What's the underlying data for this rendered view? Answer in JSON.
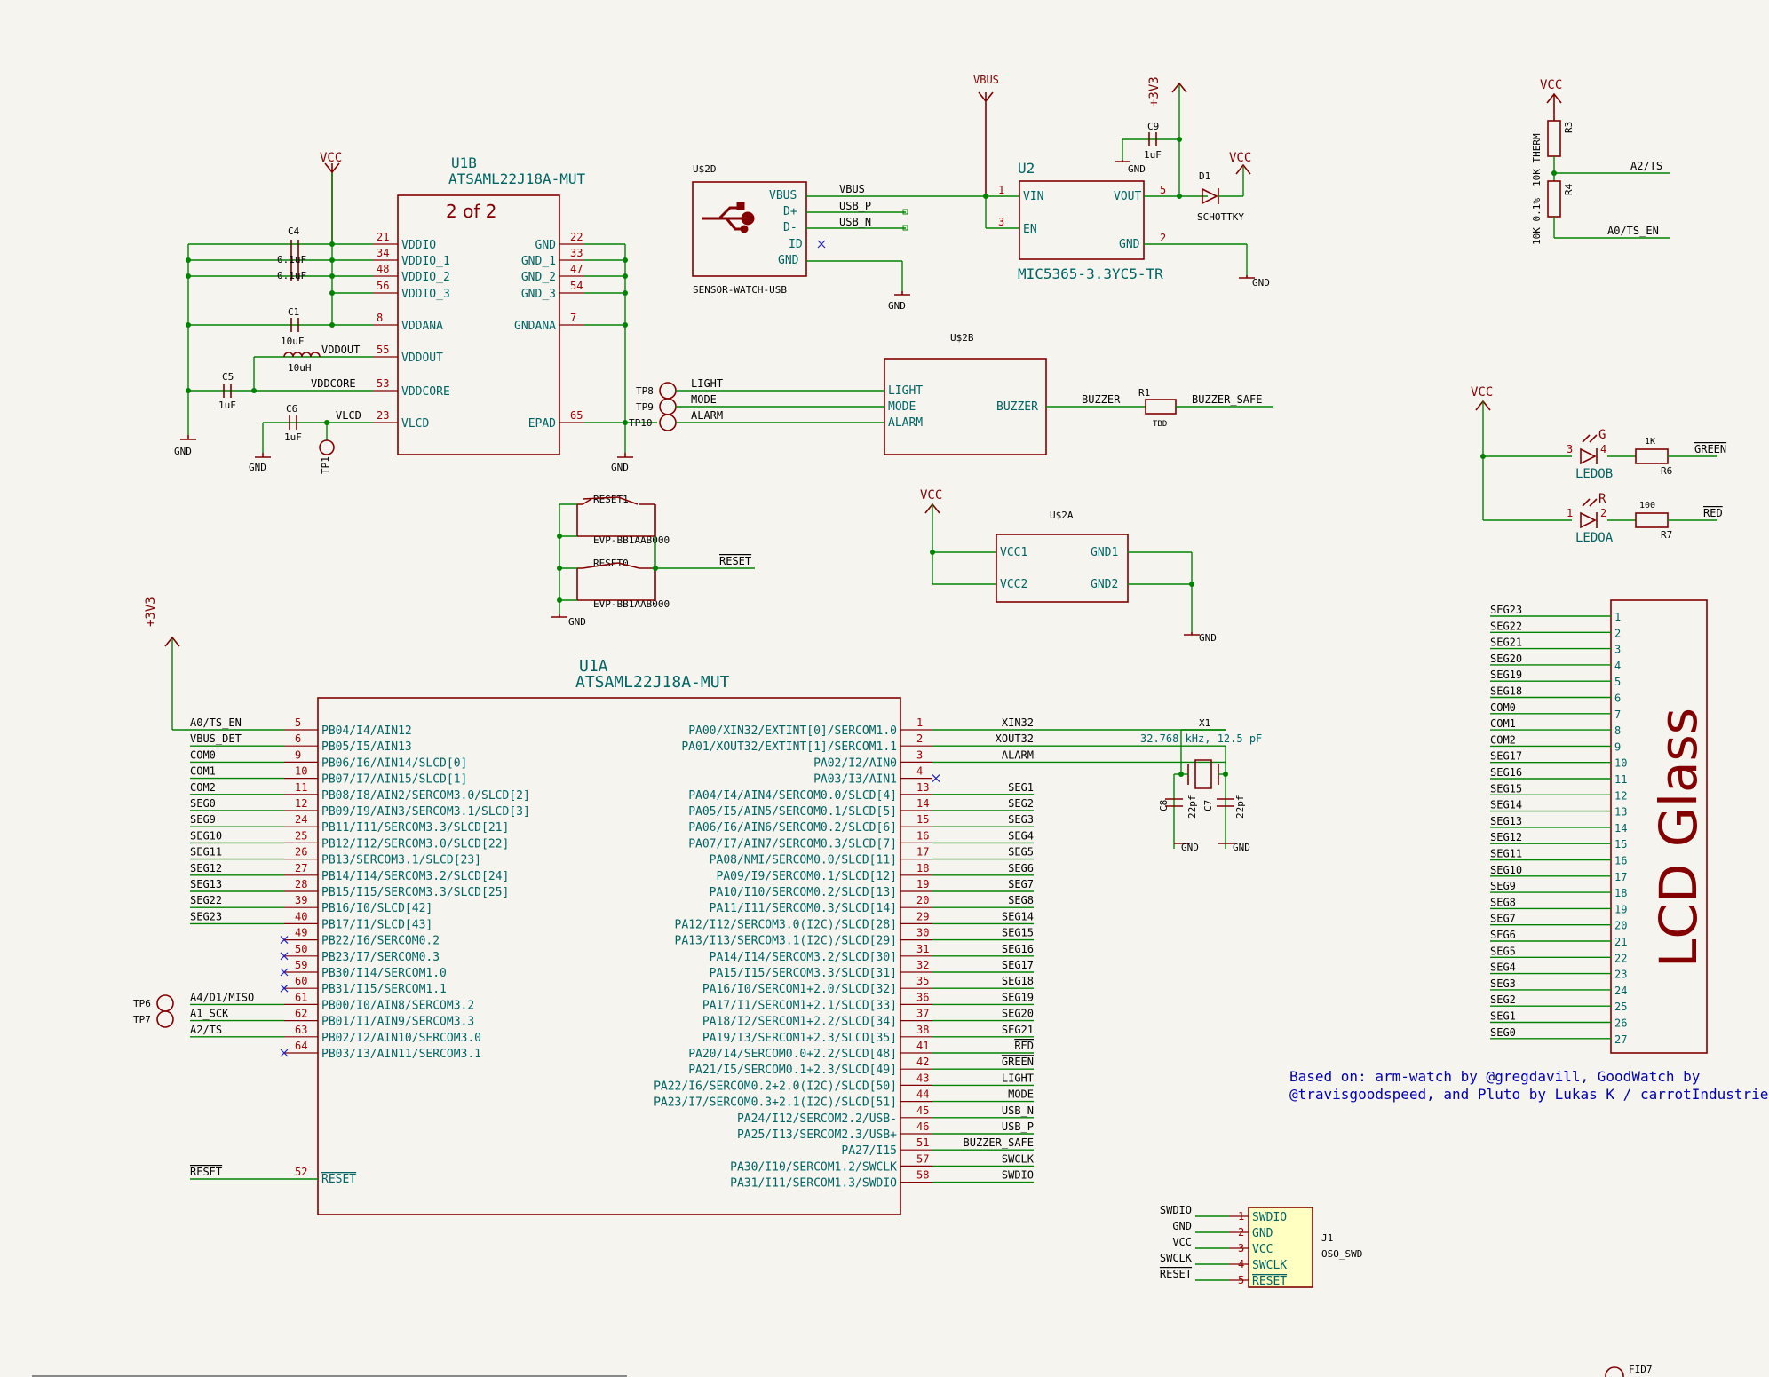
{
  "power": {
    "vcc": "VCC",
    "gnd": "GND",
    "vbus": "VBUS",
    "p3v3": "+3V3"
  },
  "u1b": {
    "ref": "U1B",
    "value": "ATSAML22J18A-MUT",
    "unit": "2 of 2",
    "left_pins": [
      {
        "name": "VDDIO",
        "num": "21"
      },
      {
        "name": "VDDIO_1",
        "num": "34"
      },
      {
        "name": "VDDIO_2",
        "num": "48"
      },
      {
        "name": "VDDIO_3",
        "num": "56"
      },
      {
        "name": "VDDANA",
        "num": "8"
      },
      {
        "name": "VDDOUT",
        "num": "55"
      },
      {
        "name": "VDDCORE",
        "num": "53"
      },
      {
        "name": "VLCD",
        "num": "23"
      }
    ],
    "right_pins": [
      {
        "name": "GND",
        "num": "22"
      },
      {
        "name": "GND_1",
        "num": "33"
      },
      {
        "name": "GND_2",
        "num": "47"
      },
      {
        "name": "GND_3",
        "num": "54"
      },
      {
        "name": "GNDANA",
        "num": "7"
      },
      {
        "name": "EPAD",
        "num": "65"
      }
    ]
  },
  "caps_u1b": {
    "c4": {
      "ref": "C4",
      "val": "0.1uF"
    },
    "c4b": {
      "val": "0.1uF"
    },
    "c1": {
      "ref": "C1",
      "val": "10uF"
    },
    "l1": {
      "ref": "10uH",
      "val": "10uH"
    },
    "c5": {
      "ref": "C5",
      "val": "1uF"
    },
    "c6": {
      "ref": "C6",
      "val": "1uF"
    },
    "tp1": "TP1",
    "vddout": "VDDOUT",
    "vddcore": "VDDCORE",
    "vlcd": "VLCD"
  },
  "usb": {
    "ref": "U$2D",
    "name": "SENSOR-WATCH-USB",
    "pins": [
      "VBUS",
      "D+",
      "D-",
      "ID",
      "GND"
    ],
    "nets": [
      "VBUS",
      "USB_P",
      "USB_N"
    ]
  },
  "u2": {
    "ref": "U2",
    "value": "MIC5365-3.3YC5-TR",
    "pins": [
      {
        "name": "VIN",
        "num": "1"
      },
      {
        "name": "EN",
        "num": "3"
      },
      {
        "name": "VOUT",
        "num": "5"
      },
      {
        "name": "GND",
        "num": "2"
      }
    ]
  },
  "c9": {
    "ref": "C9",
    "val": "1uF"
  },
  "d1": {
    "ref": "D1",
    "val": "SCHOTTKY"
  },
  "therm": {
    "r3": "R3",
    "r3v": "10K THERM",
    "r4": "R4",
    "r4v": "10K 0.1%",
    "net1": "A2/TS",
    "net2": "A0/TS_EN"
  },
  "u2b": {
    "ref": "U$2B",
    "pins": [
      "LIGHT",
      "MODE",
      "ALARM",
      "BUZZER"
    ],
    "tps": [
      "TP8",
      "TP9",
      "TP10"
    ],
    "nets": [
      "LIGHT",
      "MODE",
      "ALARM",
      "BUZZER",
      "BUZZER_SAFE"
    ],
    "r1": {
      "ref": "R1",
      "val": "TBD"
    }
  },
  "leds": {
    "led_b": {
      "ref": "LEDOB",
      "color": "G",
      "p1": "3",
      "p2": "4"
    },
    "led_a": {
      "ref": "LEDOA",
      "color": "R",
      "p1": "1",
      "p2": "2"
    },
    "r6": {
      "ref": "R6",
      "val": "1K"
    },
    "r7": {
      "ref": "R7",
      "val": "100"
    },
    "net_green": "GREEN",
    "net_red": "RED"
  },
  "buttons": {
    "sw1": {
      "ref": "RESET1",
      "val": "EVP-BB1AAB000"
    },
    "sw0": {
      "ref": "RESET0",
      "val": "EVP-BB1AAB000"
    },
    "net": "RESET"
  },
  "u2a": {
    "ref": "U$2A",
    "pins": [
      "VCC1",
      "VCC2",
      "GND1",
      "GND2"
    ]
  },
  "u1a": {
    "ref": "U1A",
    "value": "ATSAML22J18A-MUT",
    "left": [
      {
        "net": "A0/TS_EN",
        "num": "5",
        "name": "PB04/I4/AIN12"
      },
      {
        "net": "VBUS_DET",
        "num": "6",
        "name": "PB05/I5/AIN13"
      },
      {
        "net": "COM0",
        "num": "9",
        "name": "PB06/I6/AIN14/SLCD[0]"
      },
      {
        "net": "COM1",
        "num": "10",
        "name": "PB07/I7/AIN15/SLCD[1]"
      },
      {
        "net": "COM2",
        "num": "11",
        "name": "PB08/I8/AIN2/SERCOM3.0/SLCD[2]"
      },
      {
        "net": "SEG0",
        "num": "12",
        "name": "PB09/I9/AIN3/SERCOM3.1/SLCD[3]"
      },
      {
        "net": "SEG9",
        "num": "24",
        "name": "PB11/I11/SERCOM3.3/SLCD[21]"
      },
      {
        "net": "SEG10",
        "num": "25",
        "name": "PB12/I12/SERCOM3.0/SLCD[22]"
      },
      {
        "net": "SEG11",
        "num": "26",
        "name": "PB13/SERCOM3.1/SLCD[23]"
      },
      {
        "net": "SEG12",
        "num": "27",
        "name": "PB14/I14/SERCOM3.2/SLCD[24]"
      },
      {
        "net": "SEG13",
        "num": "28",
        "name": "PB15/I15/SERCOM3.3/SLCD[25]"
      },
      {
        "net": "SEG22",
        "num": "39",
        "name": "PB16/I0/SLCD[42]"
      },
      {
        "net": "SEG23",
        "num": "40",
        "name": "PB17/I1/SLCD[43]"
      },
      {
        "net": "",
        "num": "49",
        "name": "PB22/I6/SERCOM0.2"
      },
      {
        "net": "",
        "num": "50",
        "name": "PB23/I7/SERCOM0.3"
      },
      {
        "net": "",
        "num": "59",
        "name": "PB30/I14/SERCOM1.0"
      },
      {
        "net": "",
        "num": "60",
        "name": "PB31/I15/SERCOM1.1"
      },
      {
        "net": "A4/D1/MISO",
        "num": "61",
        "name": "PB00/I0/AIN8/SERCOM3.2"
      },
      {
        "net": "A1_SCK",
        "num": "62",
        "name": "PB01/I1/AIN9/SERCOM3.3"
      },
      {
        "net": "A2/TS",
        "num": "63",
        "name": "PB02/I2/AIN10/SERCOM3.0"
      },
      {
        "net": "",
        "num": "64",
        "name": "PB03/I3/AIN11/SERCOM3.1"
      }
    ],
    "right": [
      {
        "name": "PA00/XIN32/EXTINT[0]/SERCOM1.0",
        "num": "1",
        "net": "XIN32"
      },
      {
        "name": "PA01/XOUT32/EXTINT[1]/SERCOM1.1",
        "num": "2",
        "net": "XOUT32"
      },
      {
        "name": "PA02/I2/AIN0",
        "num": "3",
        "net": "ALARM"
      },
      {
        "name": "PA03/I3/AIN1",
        "num": "4",
        "net": ""
      },
      {
        "name": "PA04/I4/AIN4/SERCOM0.0/SLCD[4]",
        "num": "13",
        "net": "SEG1"
      },
      {
        "name": "PA05/I5/AIN5/SERCOM0.1/SLCD[5]",
        "num": "14",
        "net": "SEG2"
      },
      {
        "name": "PA06/I6/AIN6/SERCOM0.2/SLCD[6]",
        "num": "15",
        "net": "SEG3"
      },
      {
        "name": "PA07/I7/AIN7/SERCOM0.3/SLCD[7]",
        "num": "16",
        "net": "SEG4"
      },
      {
        "name": "PA08/NMI/SERCOM0.0/SLCD[11]",
        "num": "17",
        "net": "SEG5"
      },
      {
        "name": "PA09/I9/SERCOM0.1/SLCD[12]",
        "num": "18",
        "net": "SEG6"
      },
      {
        "name": "PA10/I10/SERCOM0.2/SLCD[13]",
        "num": "19",
        "net": "SEG7"
      },
      {
        "name": "PA11/I11/SERCOM0.3/SLCD[14]",
        "num": "20",
        "net": "SEG8"
      },
      {
        "name": "PA12/I12/SERCOM3.0(I2C)/SLCD[28]",
        "num": "29",
        "net": "SEG14"
      },
      {
        "name": "PA13/I13/SERCOM3.1(I2C)/SLCD[29]",
        "num": "30",
        "net": "SEG15"
      },
      {
        "name": "PA14/I14/SERCOM3.2/SLCD[30]",
        "num": "31",
        "net": "SEG16"
      },
      {
        "name": "PA15/I15/SERCOM3.3/SLCD[31]",
        "num": "32",
        "net": "SEG17"
      },
      {
        "name": "PA16/I0/SERCOM1+2.0/SLCD[32]",
        "num": "35",
        "net": "SEG18"
      },
      {
        "name": "PA17/I1/SERCOM1+2.1/SLCD[33]",
        "num": "36",
        "net": "SEG19"
      },
      {
        "name": "PA18/I2/SERCOM1+2.2/SLCD[34]",
        "num": "37",
        "net": "SEG20"
      },
      {
        "name": "PA19/I3/SERCOM1+2.3/SLCD[35]",
        "num": "38",
        "net": "SEG21"
      },
      {
        "name": "PA20/I4/SERCOM0.0+2.2/SLCD[48]",
        "num": "41",
        "net": "RED"
      },
      {
        "name": "PA21/I5/SERCOM0.1+2.3/SLCD[49]",
        "num": "42",
        "net": "GREEN"
      },
      {
        "name": "PA22/I6/SERCOM0.2+2.0(I2C)/SLCD[50]",
        "num": "43",
        "net": "LIGHT"
      },
      {
        "name": "PA23/I7/SERCOM0.3+2.1(I2C)/SLCD[51]",
        "num": "44",
        "net": "MODE"
      },
      {
        "name": "PA24/I12/SERCOM2.2/USB-",
        "num": "45",
        "net": "USB_N"
      },
      {
        "name": "PA25/I13/SERCOM2.3/USB+",
        "num": "46",
        "net": "USB_P"
      },
      {
        "name": "PA27/I15",
        "num": "51",
        "net": "BUZZER_SAFE"
      },
      {
        "name": "PA30/I10/SERCOM1.2/SWCLK",
        "num": "57",
        "net": "SWCLK"
      },
      {
        "name": "PA31/I11/SERCOM1.3/SWDIO",
        "num": "58",
        "net": "SWDIO"
      }
    ],
    "reset": {
      "net": "RESET",
      "num": "52",
      "name": "RESET"
    }
  },
  "crystal": {
    "ref": "X1",
    "val": "32.768 kHz, 12.5 pF",
    "c8": {
      "ref": "C8",
      "val": "22pf"
    },
    "c7": {
      "ref": "C7",
      "val": "22pf"
    }
  },
  "lcd": {
    "title": "LCD Glass",
    "nets": [
      "SEG23",
      "SEG22",
      "SEG21",
      "SEG20",
      "SEG19",
      "SEG18",
      "COM0",
      "COM1",
      "COM2",
      "SEG17",
      "SEG16",
      "SEG15",
      "SEG14",
      "SEG13",
      "SEG12",
      "SEG11",
      "SEG10",
      "SEG9",
      "SEG8",
      "SEG7",
      "SEG6",
      "SEG5",
      "SEG4",
      "SEG3",
      "SEG2",
      "SEG1",
      "SEG0"
    ]
  },
  "note": {
    "line1": "Based on: arm-watch by @gregdavill, GoodWatch by",
    "line2": "@travisgoodspeed, and Pluto by Lukas K / carrotIndustries"
  },
  "j1": {
    "ref": "J1",
    "val": "OSO_SWD",
    "pins": [
      {
        "net": "SWDIO",
        "num": "1",
        "name": "SWDIO"
      },
      {
        "net": "GND",
        "num": "2",
        "name": "GND"
      },
      {
        "net": "VCC",
        "num": "3",
        "name": "VCC"
      },
      {
        "net": "SWCLK",
        "num": "4",
        "name": "SWCLK"
      },
      {
        "net": "RESET",
        "num": "5",
        "name": "RESET"
      }
    ]
  },
  "fid": "FID7"
}
